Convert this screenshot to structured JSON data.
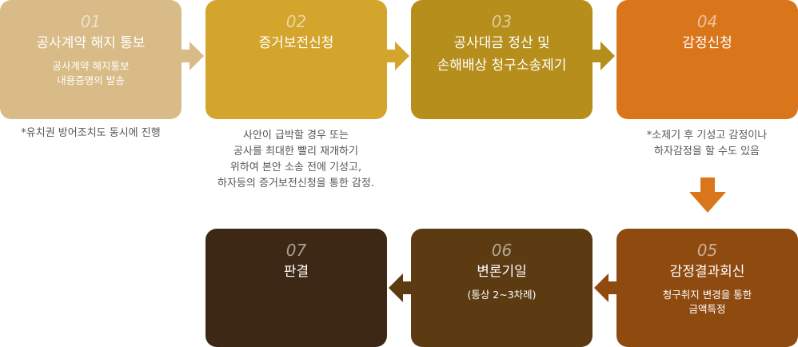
{
  "steps": [
    {
      "num": "01",
      "title": "공사계약 해지 통보",
      "sub": "공사계약 해지통보\n내용증명의 발송",
      "color": "#d8bb86"
    },
    {
      "num": "02",
      "title": "증거보전신청",
      "sub": "",
      "color": "#d4a52d"
    },
    {
      "num": "03",
      "title": "공사대금 정산 및\n손해배상 청구소송제기",
      "sub": "",
      "color": "#b58e1c"
    },
    {
      "num": "04",
      "title": "감정신청",
      "sub": "",
      "color": "#d9761c"
    },
    {
      "num": "05",
      "title": "감정결과회신",
      "sub": "청구취지 변경을 통한\n금액특정",
      "color": "#8f4a10"
    },
    {
      "num": "06",
      "title": "변론기일",
      "sub": "(통상 2~3차례)",
      "color": "#5c3a12"
    },
    {
      "num": "07",
      "title": "판결",
      "sub": "",
      "color": "#3c2815"
    }
  ],
  "notes": {
    "step01": "*유치권 방어조치도 동시에 진행",
    "step02": "사안이 급박할 경우 또는\n공사를 최대한 빨리 재개하기\n위하여 본안 소송 전에 기성고,\n하자등의 증거보전신청을 통한 감정.",
    "step04": "*소제기 후 기성고 감정이나\n하자감정을 할 수도 있음"
  },
  "colors": {
    "arrow1": "#d8bb86",
    "arrow2": "#d4a52d",
    "arrow3": "#b58e1c",
    "arrow_down": "#d9761c",
    "arrow5": "#8f4a10",
    "arrow6": "#5c3a12"
  }
}
